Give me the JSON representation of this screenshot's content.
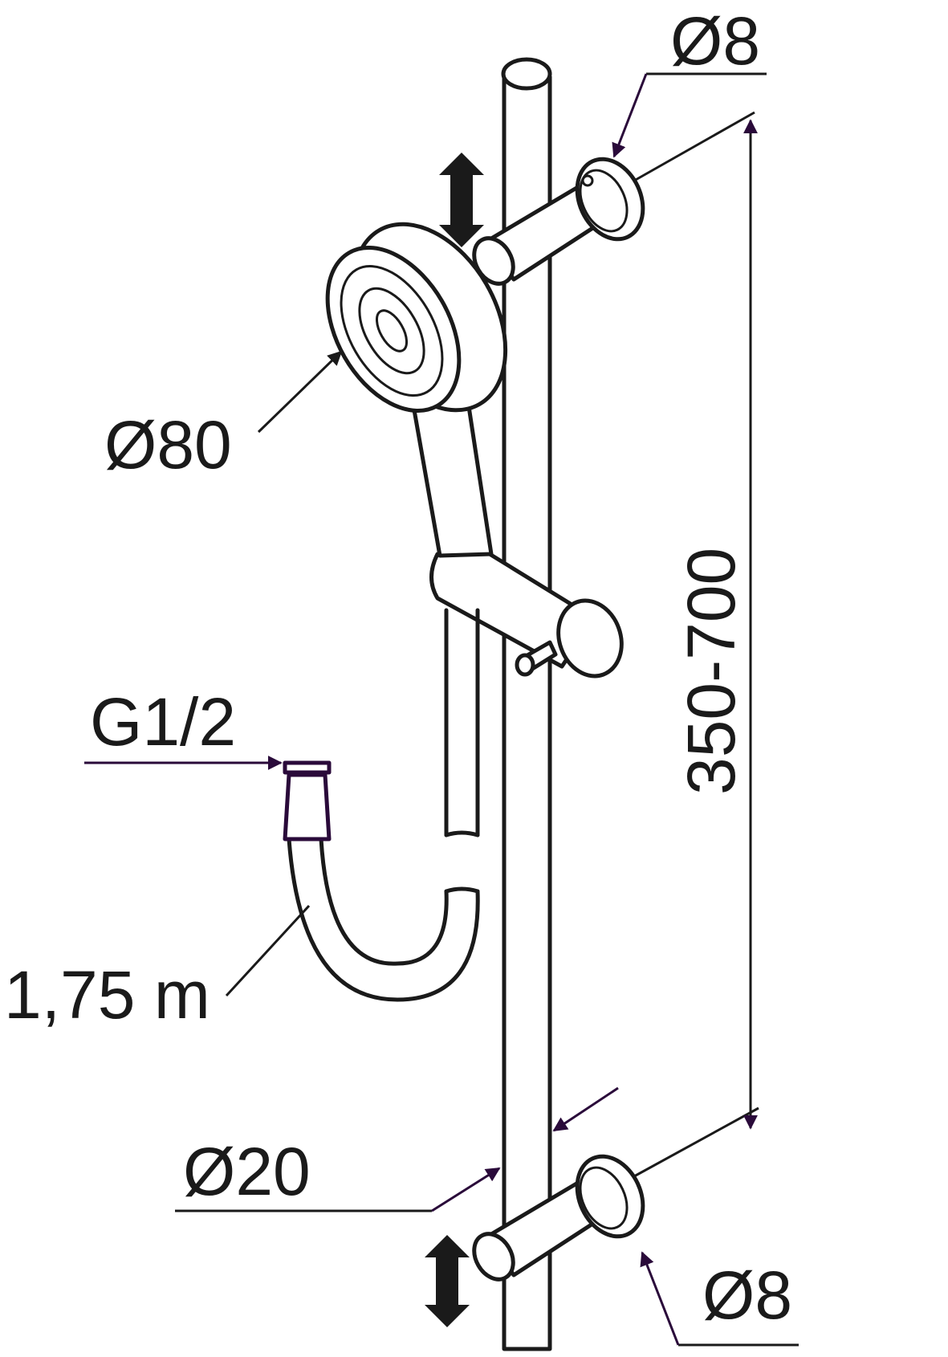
{
  "labels": {
    "top_bracket_dia": "Ø8",
    "bottom_bracket_dia": "Ø8",
    "head_dia": "Ø80",
    "rail_dia": "Ø20",
    "rail_length": "350-700",
    "connector": "G1/2",
    "hose_length": "1,75 m"
  },
  "colors": {
    "line": "#1a1a1a",
    "dimension_accent": "#2a0a3a"
  }
}
